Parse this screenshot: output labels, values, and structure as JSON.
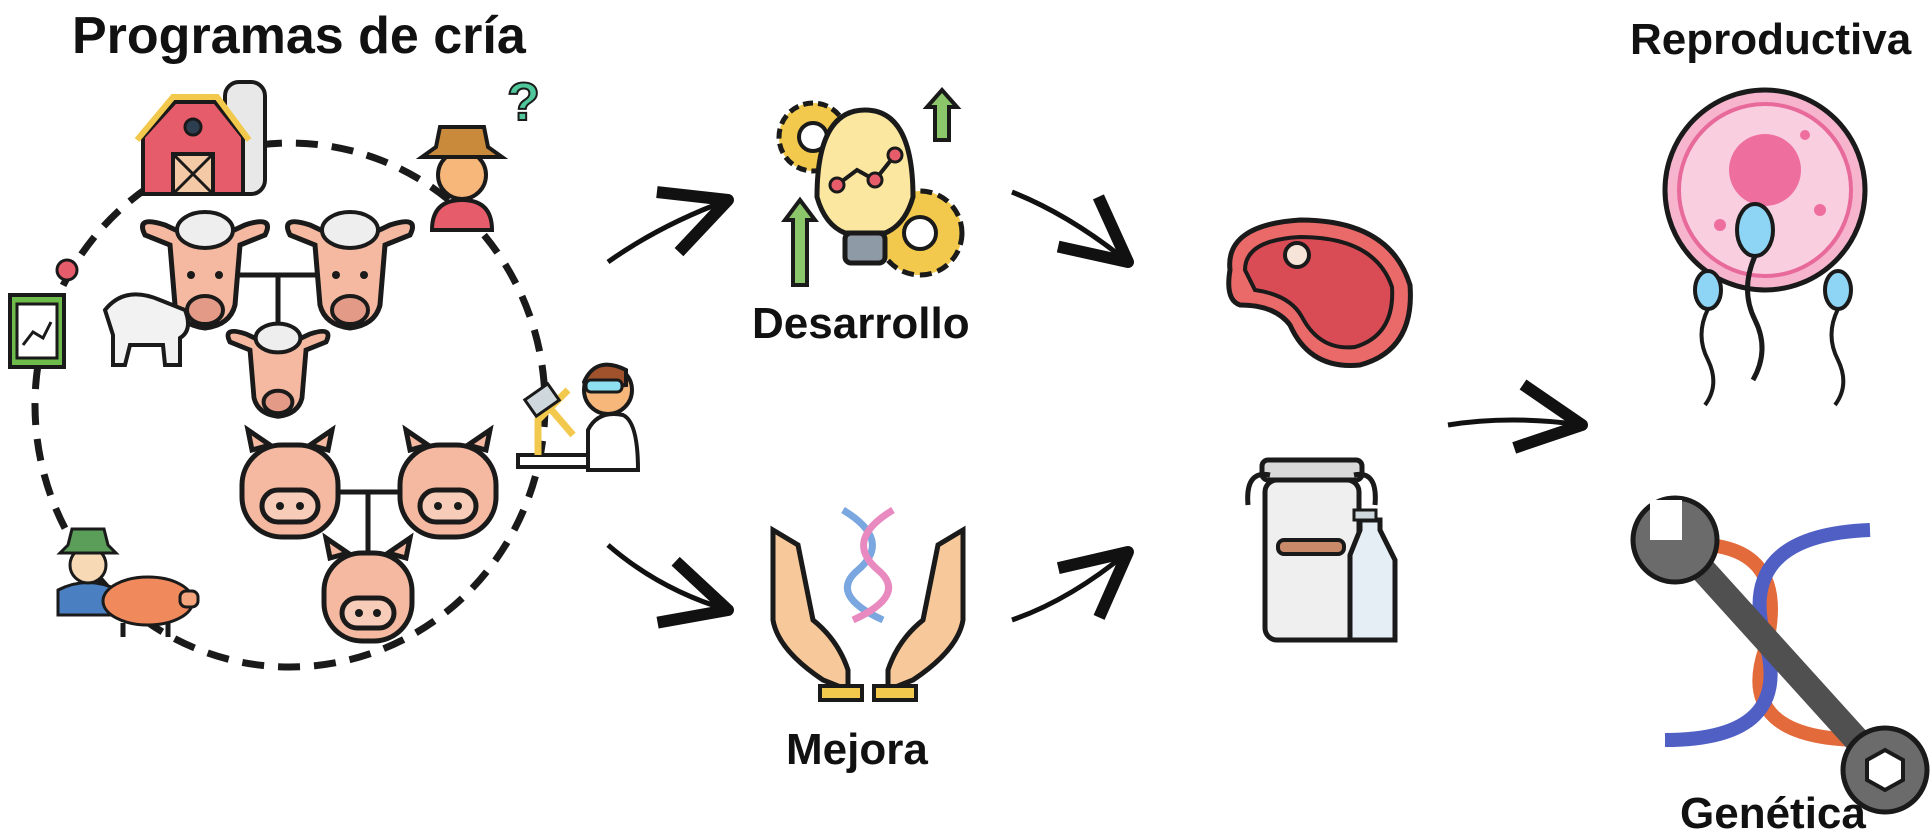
{
  "diagram": {
    "title": "Programas de cría",
    "stages": {
      "development": "Desarrollo",
      "improvement": "Mejora"
    },
    "outcomes": {
      "reproductive": "Reproductiva",
      "genetic": "Genética"
    },
    "products": [
      "meat-icon",
      "milk-icon"
    ],
    "cycle_icons": [
      "barn-icon",
      "farmer-question-icon",
      "chart-cow-icon",
      "scientist-microscope-icon",
      "farmer-pig-icon"
    ],
    "pedigrees": [
      "cow-pedigree",
      "pig-pedigree"
    ]
  }
}
